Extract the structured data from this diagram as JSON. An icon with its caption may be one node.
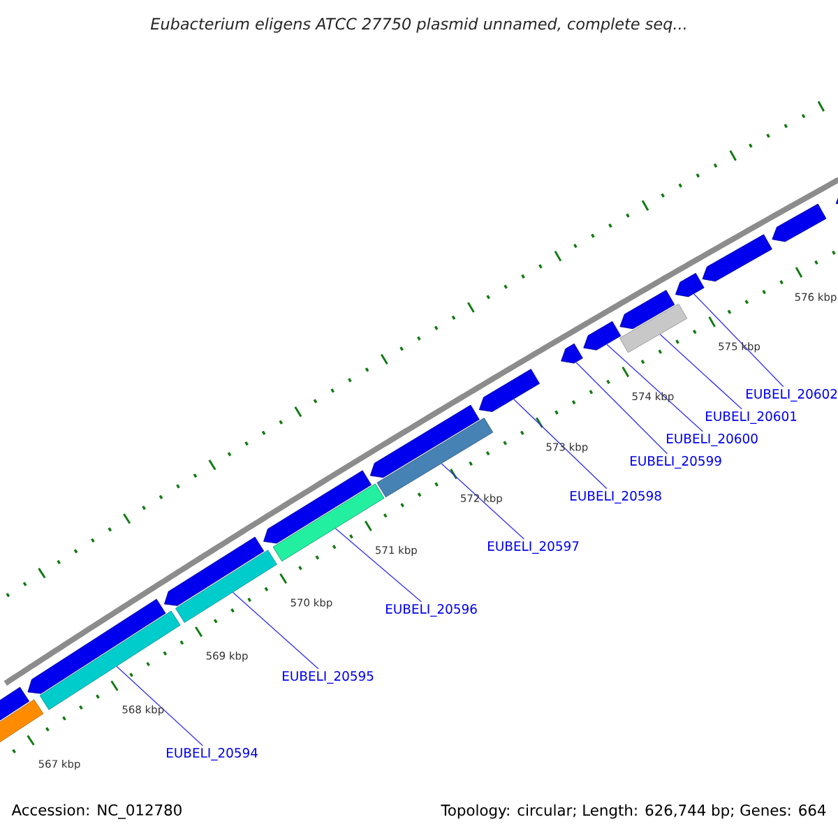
{
  "diagram": {
    "title": "Eubacterium eligens ATCC 27750 plasmid unnamed, complete seq...",
    "nodes": [
      {
        "text": [
          "EUBELI_20594"
        ]
      },
      {
        "text": [
          "EUBELI_20595"
        ]
      },
      {
        "text": [
          "EUBELI_20596"
        ]
      },
      {
        "text": [
          "EUBELI_20597"
        ]
      },
      {
        "text": [
          "EUBELI_20598"
        ]
      },
      {
        "text": [
          "EUBELI_20599"
        ]
      },
      {
        "text": [
          "EUBELI_20600"
        ]
      },
      {
        "text": [
          "EUBELI_20601"
        ]
      },
      {
        "text": [
          "EUBELI_20602"
        ]
      },
      {
        "text": [],
        "shape": "bar"
      },
      {
        "text": [],
        "shape": "arrow"
      },
      {
        "text": [],
        "shape": "arrow"
      },
      {
        "text": [],
        "shape": "bar"
      },
      {
        "text": [],
        "shape": "arrow"
      },
      {
        "text": [],
        "shape": "bar"
      },
      {
        "text": [],
        "shape": "arrow"
      },
      {
        "text": [],
        "shape": "bar"
      },
      {
        "text": [],
        "shape": "arrow"
      },
      {
        "text": [],
        "shape": "bar"
      },
      {
        "text": [],
        "shape": "arrow"
      },
      {
        "text": [],
        "shape": "arrow"
      },
      {
        "text": [],
        "shape": "arrow"
      },
      {
        "text": [],
        "shape": "bar"
      },
      {
        "text": [],
        "shape": "arrow"
      },
      {
        "text": [],
        "shape": "arrow"
      },
      {
        "text": [],
        "shape": "arrow"
      },
      {
        "text": [],
        "shape": "arrow"
      },
      {
        "text": [],
        "shape": "arrow"
      }
    ],
    "edges": [
      {
        "from": 0,
        "to": 12,
        "arrow": "none"
      },
      {
        "from": 1,
        "to": 14,
        "arrow": "none"
      },
      {
        "from": 2,
        "to": 16,
        "arrow": "none"
      },
      {
        "from": 3,
        "to": 18,
        "arrow": "none"
      },
      {
        "from": 4,
        "to": 19,
        "arrow": "none"
      },
      {
        "from": 5,
        "to": 20,
        "arrow": "none"
      },
      {
        "from": 6,
        "to": 21,
        "arrow": "none"
      },
      {
        "from": 7,
        "to": 22,
        "arrow": "none"
      },
      {
        "from": 8,
        "to": 24,
        "arrow": "none"
      }
    ],
    "labels": [
      "567 kbp",
      "568 kbp",
      "569 kbp",
      "570 kbp",
      "571 kbp",
      "572 kbp",
      "573 kbp",
      "574 kbp",
      "575 kbp",
      "576 kbp",
      "Accession: NC_012780",
      "Topology: circular; Length: 626,744 bp; Genes: 664"
    ]
  }
}
